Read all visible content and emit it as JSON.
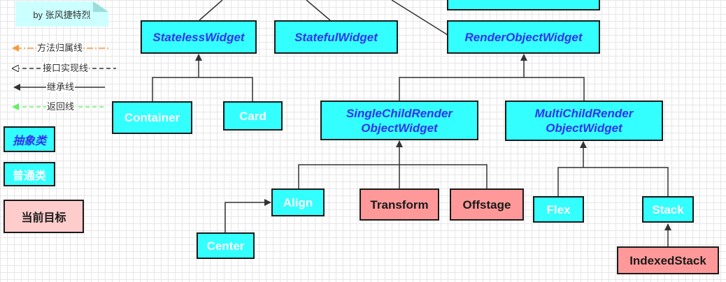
{
  "note": {
    "text": "by 张风捷特烈"
  },
  "legend": {
    "items": [
      {
        "label": "方法归属线",
        "line": "dash-dot",
        "color": "#f39c3d"
      },
      {
        "label": "接口实现线",
        "line": "dashed",
        "color": "#333333"
      },
      {
        "label": "继承线",
        "line": "solid",
        "color": "#333333"
      },
      {
        "label": "返回线",
        "line": "dashed",
        "color": "#66ee66"
      }
    ],
    "abstract_label": "抽象类",
    "normal_label": "普通类",
    "target_label": "当前目标"
  },
  "colors": {
    "abstract_fill": "#33ffff",
    "abstract_text": "#3333ee",
    "normal_fill": "#33ffff",
    "target_fill": "#ff9999",
    "line": "#333333"
  },
  "nodes": {
    "stateless_widget": "StatelessWidget",
    "stateful_widget": "StatefulWidget",
    "render_object_widget": "RenderObjectWidget",
    "container": "Container",
    "card": "Card",
    "single_child_render_1": "SingleChildRender",
    "single_child_render_2": "ObjectWidget",
    "multi_child_render_1": "MultiChildRender",
    "multi_child_render_2": "ObjectWidget",
    "align": "Align",
    "center": "Center",
    "transform": "Transform",
    "offstage": "Offstage",
    "flex": "Flex",
    "stack": "Stack",
    "indexed_stack": "IndexedStack"
  }
}
